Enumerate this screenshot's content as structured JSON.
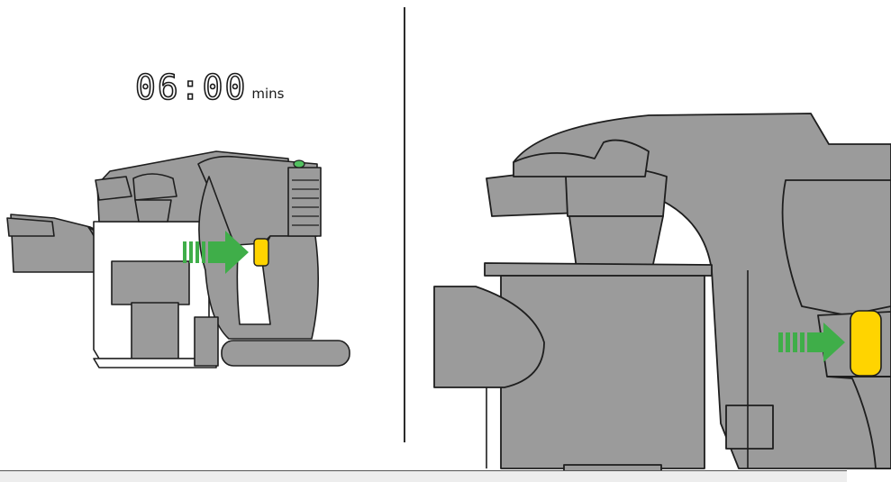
{
  "timer": {
    "value": "06:00",
    "unit": "mins"
  },
  "colors": {
    "body": "#9b9b9b",
    "outline": "#1e1e1e",
    "trigger": "#ffd400",
    "arrow": "#3fae49",
    "indicator": "#52c060"
  },
  "icons": [
    "handheld-vacuum",
    "trigger-button",
    "push-arrow-icon",
    "power-indicator-light"
  ]
}
